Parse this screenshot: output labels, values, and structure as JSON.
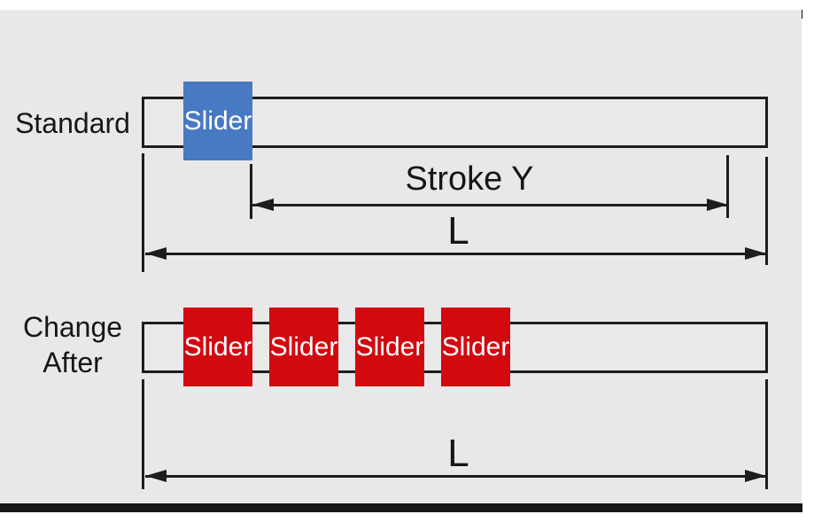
{
  "colors": {
    "background": "#e8e8e9",
    "frame": "#161616",
    "line": "#1d1d1d",
    "standard_slider_fill": "#4879c3",
    "changed_slider_fill": "#d20a10",
    "slider_text": "#ffffff"
  },
  "standard": {
    "label": "Standard",
    "slider": {
      "label": "Slider"
    },
    "dimensions": {
      "stroke": {
        "label": "Stroke Y"
      },
      "length": {
        "label": "L"
      }
    }
  },
  "change_after": {
    "label_line1": "Change",
    "label_line2": "After",
    "sliders": [
      {
        "label": "Slider"
      },
      {
        "label": "Slider"
      },
      {
        "label": "Slider"
      },
      {
        "label": "Slider"
      }
    ],
    "dimensions": {
      "length": {
        "label": "L"
      }
    }
  }
}
